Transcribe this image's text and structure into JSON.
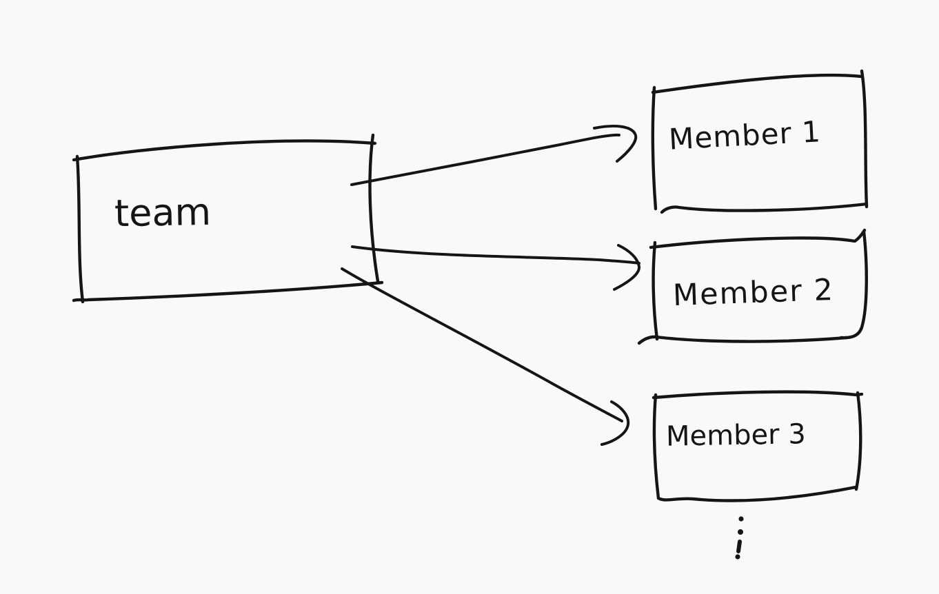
{
  "canvas": {
    "background_color": "#f9f9f9",
    "ink_color": "#151515",
    "style": "hand-drawn-sketch"
  },
  "diagram": {
    "team": {
      "label": "team"
    },
    "members": [
      {
        "label": "Member 1"
      },
      {
        "label": "Member 2"
      },
      {
        "label": "Member 3"
      }
    ],
    "edges": [
      {
        "from": "team",
        "to": "Member 1"
      },
      {
        "from": "team",
        "to": "Member 2"
      },
      {
        "from": "team",
        "to": "Member 3"
      }
    ],
    "more_indicator": "⋮"
  }
}
